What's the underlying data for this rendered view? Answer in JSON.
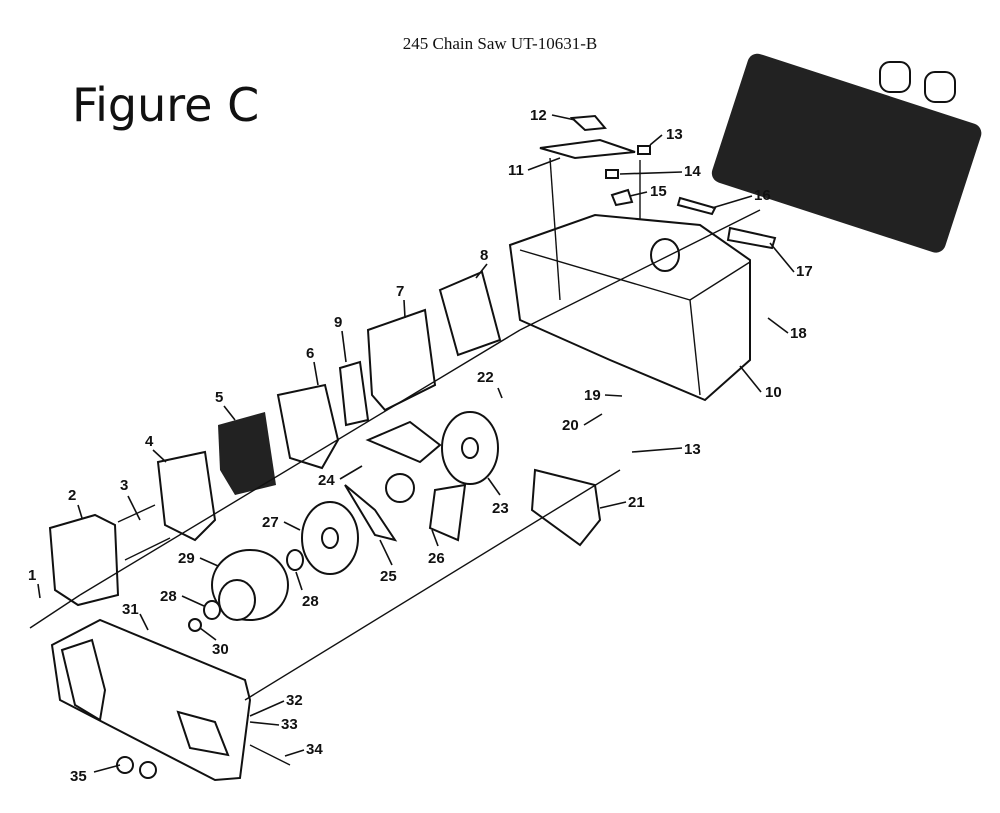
{
  "header": {
    "title": "245 Chain Saw UT-10631-B"
  },
  "figure": {
    "label": "Figure C"
  },
  "callouts": [
    "1",
    "2",
    "3",
    "4",
    "5",
    "6",
    "7",
    "8",
    "9",
    "10",
    "11",
    "12",
    "13",
    "14",
    "15",
    "16",
    "17",
    "18",
    "19",
    "20",
    "21",
    "22",
    "23",
    "24",
    "25",
    "26",
    "27",
    "28",
    "29",
    "30",
    "31",
    "32",
    "33",
    "34",
    "35"
  ]
}
